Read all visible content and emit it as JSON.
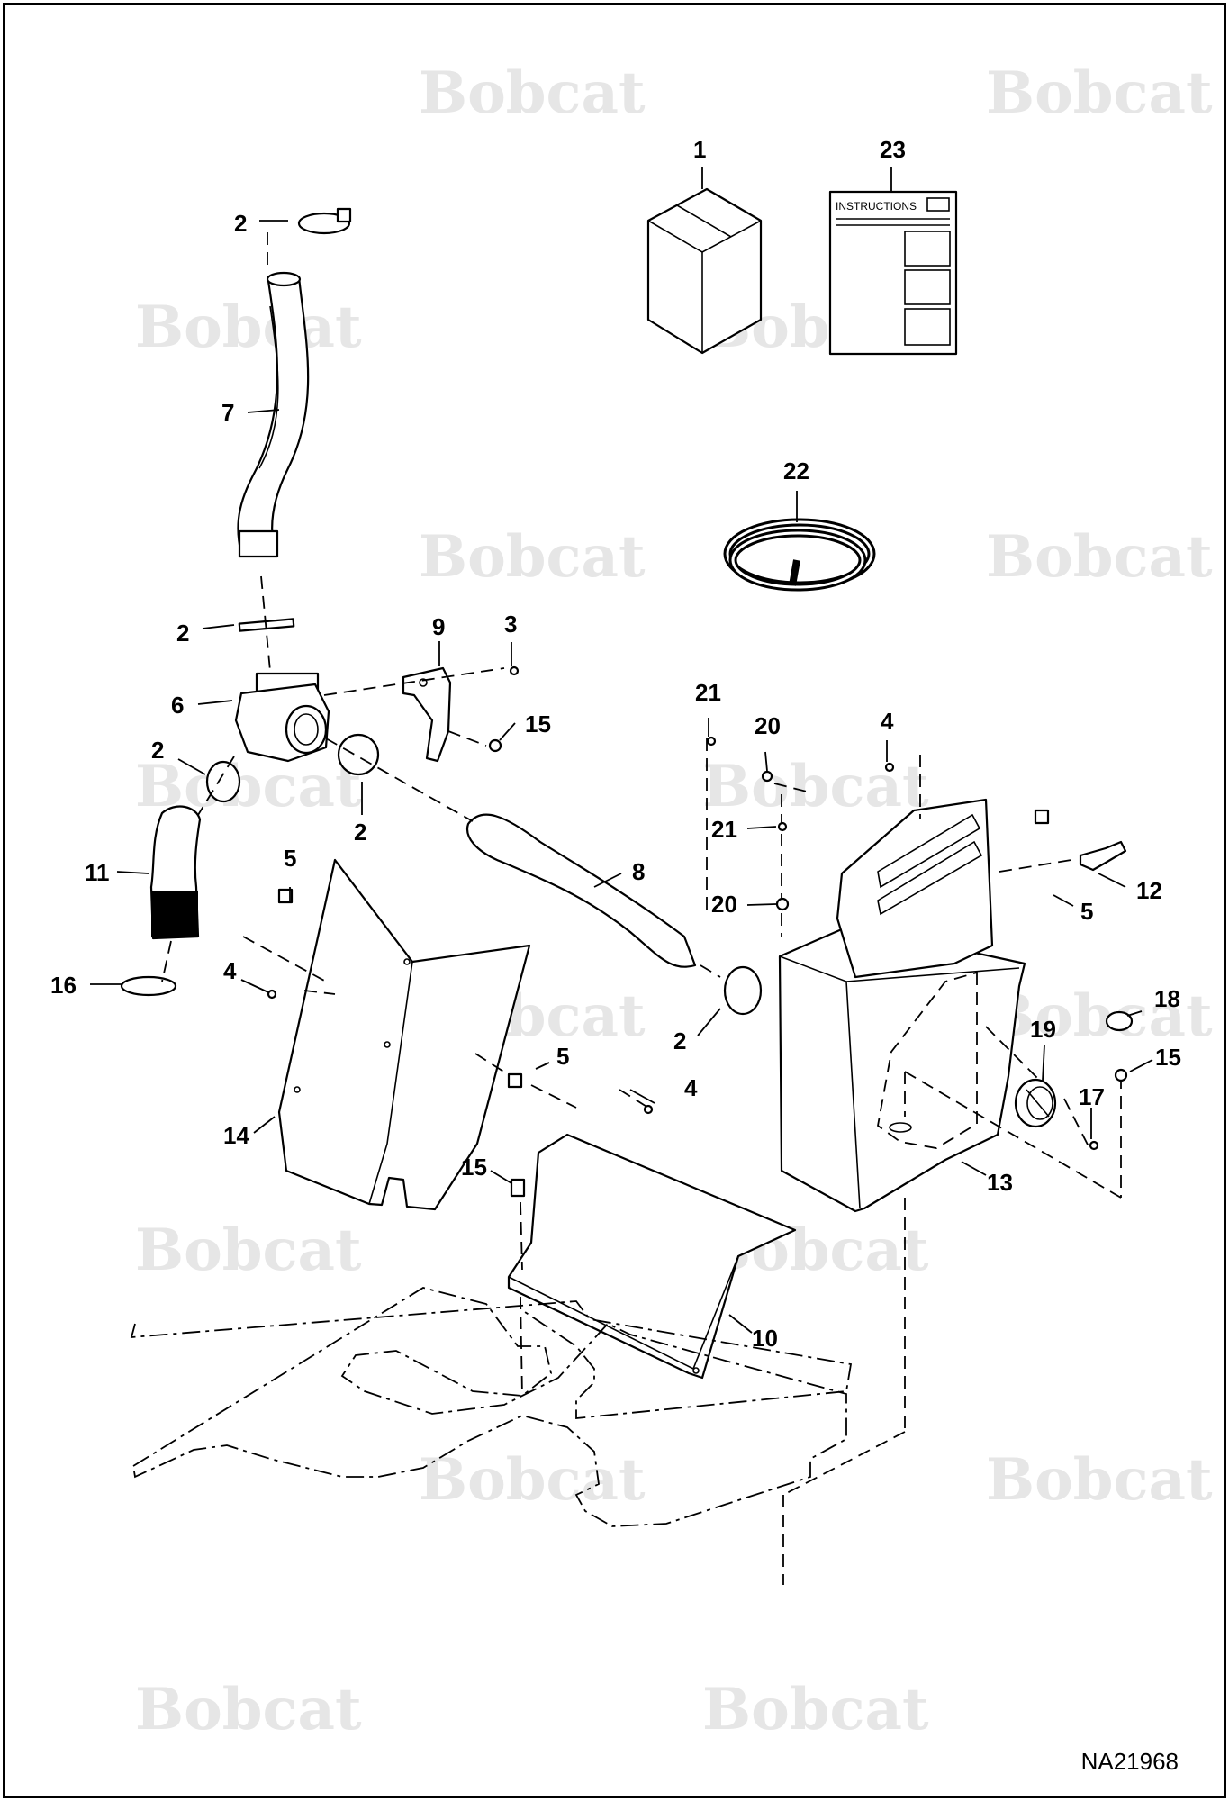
{
  "watermark_text": "Bobcat",
  "figure_code": "NA21968",
  "instructions_label": "INSTRUCTIONS",
  "callouts": [
    "1",
    "2",
    "2",
    "2",
    "2",
    "2",
    "3",
    "4",
    "4",
    "4",
    "5",
    "5",
    "5",
    "6",
    "7",
    "8",
    "9",
    "10",
    "11",
    "12",
    "13",
    "14",
    "15",
    "15",
    "15",
    "16",
    "17",
    "18",
    "19",
    "20",
    "20",
    "21",
    "21",
    "22",
    "23"
  ]
}
